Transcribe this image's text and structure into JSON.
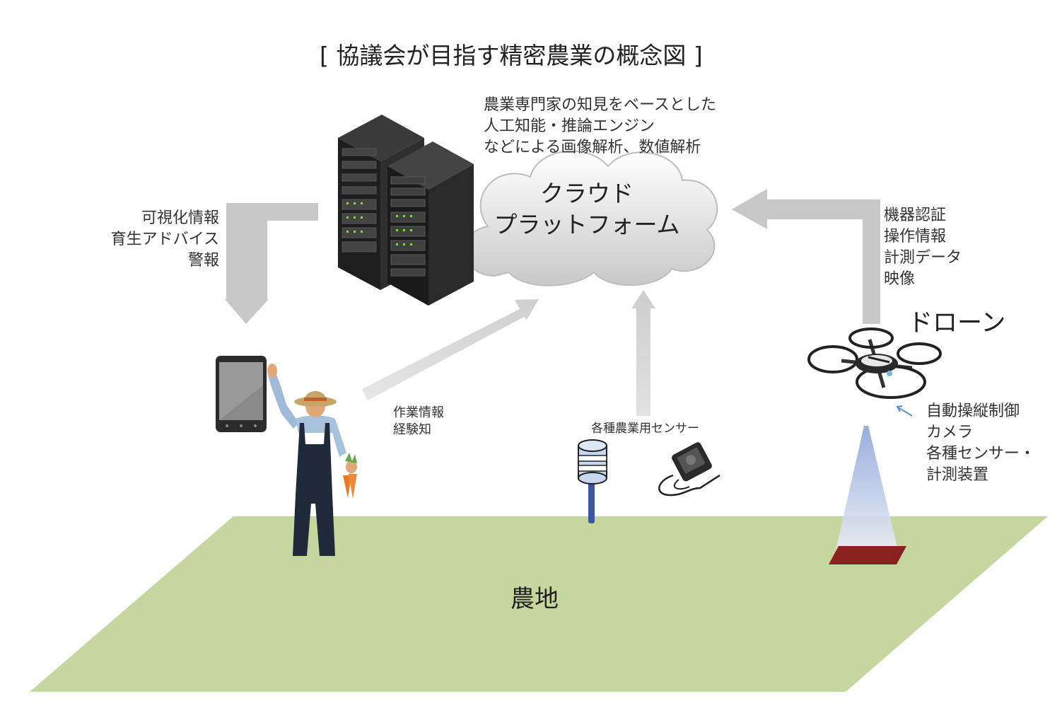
{
  "title": "[ 協議会が目指す精密農業の概念図 ]",
  "ai_engine_lines": [
    "農業専門家の知見をベースとした",
    "人工知能・推論エンジン",
    "などによる画像解析、数値解析"
  ],
  "cloud_lines": [
    "クラウド",
    "プラットフォーム"
  ],
  "outbound_info_lines": [
    "可視化情報",
    "育生アドバイス",
    "警報"
  ],
  "inbound_info_lines": [
    "機器認証",
    "操作情報",
    "計測データ",
    "映像"
  ],
  "drone_label": "ドローン",
  "drone_features": [
    "自動操縦制御",
    "カメラ",
    "各種センサー・",
    "計測装置"
  ],
  "work_info_lines": [
    "作業情報",
    "経験知"
  ],
  "sensor_label": "各種農業用センサー",
  "farmland_label": "農地",
  "colors": {
    "field": "#c5d69e",
    "arrow": "#c8c8c8",
    "server": "#2b2b2b",
    "overalls": "#1f2a3a",
    "carrot": "#e87a2a",
    "beam": "#9fb5e0",
    "target": "#8b2020"
  },
  "icons": [
    "server-rack-icon",
    "cloud-icon",
    "tablet-icon",
    "farmer-icon",
    "soil-sensor-icon",
    "handheld-sensor-icon",
    "drone-icon"
  ]
}
